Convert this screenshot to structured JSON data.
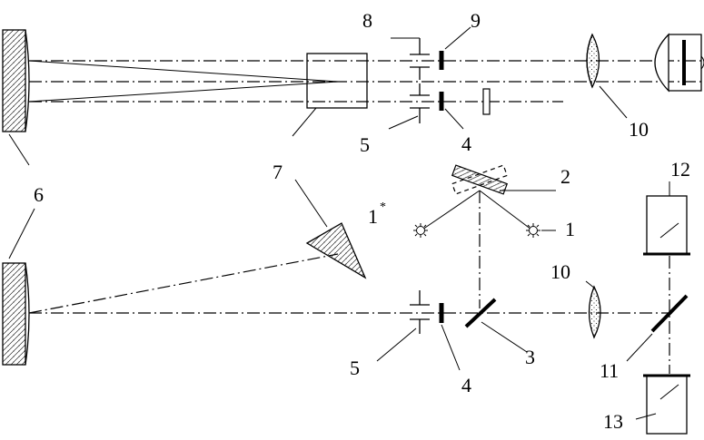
{
  "labels": {
    "l1": "1",
    "l1star": "1",
    "l1star_sup": "*",
    "l2": "2",
    "l3": "3",
    "l4_top": "4",
    "l4_bottom": "4",
    "l5_top": "5",
    "l5_bottom": "5",
    "l6_top": "6",
    "l6_bottom": "6",
    "l7": "7",
    "l8": "8",
    "l9": "9",
    "l10_top": "10",
    "l10_bottom": "10",
    "l11": "11",
    "l12": "12",
    "l13": "13"
  },
  "colors": {
    "stroke": "#000000",
    "background": "#ffffff"
  }
}
